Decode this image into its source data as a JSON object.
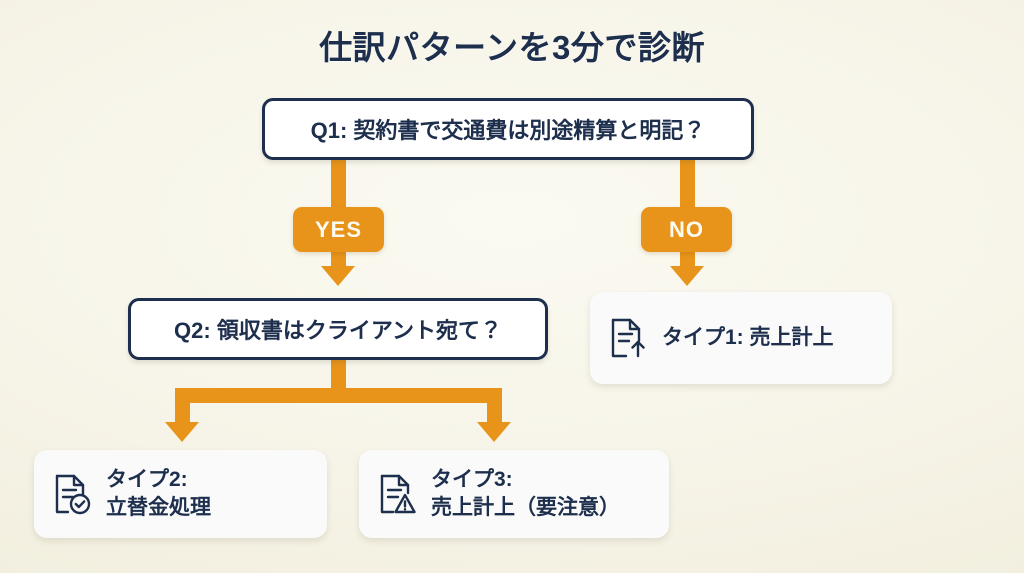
{
  "title": "仕訳パターンを3分で診断",
  "accent_color": "#e8941a",
  "ink_color": "#1d2f4d",
  "background_color": "#f7f5e9",
  "card_color": "#fafafa",
  "questions": [
    {
      "id": "q1",
      "label": "Q1: 契約書で交通費は別途精算と明記？"
    },
    {
      "id": "q2",
      "label": "Q2: 領収書はクライアント宛て？"
    }
  ],
  "branches": [
    {
      "id": "yes",
      "label": "YES"
    },
    {
      "id": "no",
      "label": "NO"
    }
  ],
  "results": [
    {
      "id": "type1",
      "icon": "document-up-arrow-icon",
      "label": "タイプ1: 売上計上"
    },
    {
      "id": "type2",
      "icon": "document-check-icon",
      "label": "タイプ2:\n立替金処理"
    },
    {
      "id": "type3",
      "icon": "document-warning-icon",
      "label": "タイプ3:\n売上計上（要注意）"
    }
  ]
}
